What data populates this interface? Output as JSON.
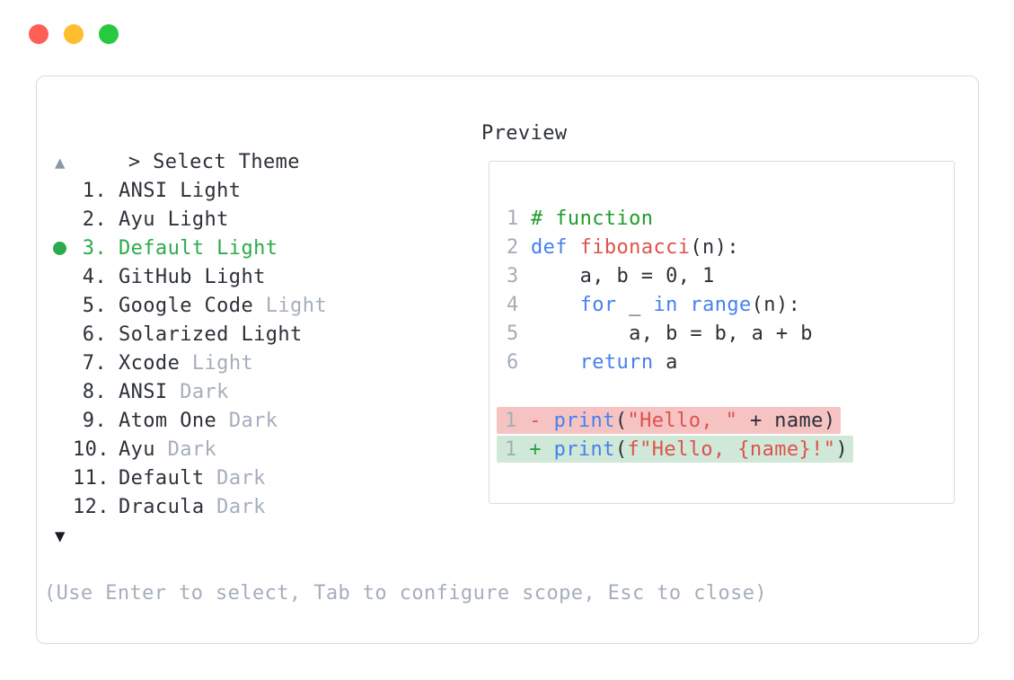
{
  "colors": {
    "text": "#2c3038",
    "muted": "#a6aebc",
    "line_number": "#a5adb9",
    "selected_green": "#2bab4c",
    "comment_green": "#1f9c2c",
    "keyword_blue": "#4680ee",
    "accent_red": "#df524c",
    "diff_minus_bg": "#f6c3c3",
    "diff_plus_bg": "#cfe8d7",
    "minus_sign": "#e25555",
    "plus_sign": "#2f9e44",
    "border": "#d7dbe1",
    "arrow_up": "#8d97aa",
    "arrow_down": "#181b22",
    "traffic_red": "#ff5f57",
    "traffic_yellow": "#febc2e",
    "traffic_green": "#28c840"
  },
  "window_controls": {
    "close_icon": "close-circle",
    "minimize_icon": "minimize-circle",
    "maximize_icon": "maximize-circle"
  },
  "prompt": {
    "text": "> Select Theme"
  },
  "list": {
    "scroll_up": "▲",
    "scroll_down": "▼",
    "items": [
      {
        "number": "1.",
        "name": "ANSI Light",
        "muted": "",
        "selected": false
      },
      {
        "number": "2.",
        "name": "Ayu Light",
        "muted": "",
        "selected": false
      },
      {
        "number": "3.",
        "name": "Default Light",
        "muted": "",
        "selected": true
      },
      {
        "number": "4.",
        "name": "GitHub Light",
        "muted": "",
        "selected": false
      },
      {
        "number": "5.",
        "name": "Google Code",
        "muted": "Light",
        "selected": false
      },
      {
        "number": "6.",
        "name": "Solarized Light",
        "muted": "",
        "selected": false
      },
      {
        "number": "7.",
        "name": "Xcode",
        "muted": "Light",
        "selected": false
      },
      {
        "number": "8.",
        "name": "ANSI",
        "muted": "Dark",
        "selected": false
      },
      {
        "number": "9.",
        "name": "Atom One",
        "muted": "Dark",
        "selected": false
      },
      {
        "number": "10.",
        "name": "Ayu",
        "muted": "Dark",
        "selected": false
      },
      {
        "number": "11.",
        "name": "Default",
        "muted": "Dark",
        "selected": false
      },
      {
        "number": "12.",
        "name": "Dracula",
        "muted": "Dark",
        "selected": false
      }
    ]
  },
  "preview": {
    "heading": "Preview",
    "code_lines": [
      {
        "num": "1",
        "tokens": [
          {
            "text": "# function",
            "style": "comment"
          }
        ]
      },
      {
        "num": "2",
        "tokens": [
          {
            "text": "def",
            "style": "keyword"
          },
          {
            "text": " ",
            "style": "plain"
          },
          {
            "text": "fibonacci",
            "style": "red"
          },
          {
            "text": "(n):",
            "style": "plain"
          }
        ]
      },
      {
        "num": "3",
        "tokens": [
          {
            "text": "    a, b = 0, 1",
            "style": "plain"
          }
        ]
      },
      {
        "num": "4",
        "tokens": [
          {
            "text": "    ",
            "style": "plain"
          },
          {
            "text": "for",
            "style": "keyword"
          },
          {
            "text": " _ ",
            "style": "plain"
          },
          {
            "text": "in",
            "style": "keyword"
          },
          {
            "text": " ",
            "style": "plain"
          },
          {
            "text": "range",
            "style": "keyword"
          },
          {
            "text": "(n):",
            "style": "plain"
          }
        ]
      },
      {
        "num": "5",
        "tokens": [
          {
            "text": "        a, b = b, a + b",
            "style": "plain"
          }
        ]
      },
      {
        "num": "6",
        "tokens": [
          {
            "text": "    ",
            "style": "plain"
          },
          {
            "text": "return",
            "style": "keyword"
          },
          {
            "text": " a",
            "style": "plain"
          }
        ]
      }
    ],
    "diff_lines": [
      {
        "num": "1",
        "sign": "-",
        "type": "minus",
        "tokens": [
          {
            "text": "print",
            "style": "keyword"
          },
          {
            "text": "(",
            "style": "plain"
          },
          {
            "text": "\"Hello, \"",
            "style": "red"
          },
          {
            "text": " + name)",
            "style": "plain"
          }
        ]
      },
      {
        "num": "1",
        "sign": "+",
        "type": "plus",
        "tokens": [
          {
            "text": "print",
            "style": "keyword"
          },
          {
            "text": "(",
            "style": "plain"
          },
          {
            "text": "f\"Hello, {name}!\"",
            "style": "red"
          },
          {
            "text": ")",
            "style": "plain"
          }
        ]
      }
    ]
  },
  "help_text": "(Use Enter to select, Tab to configure scope, Esc to close)"
}
